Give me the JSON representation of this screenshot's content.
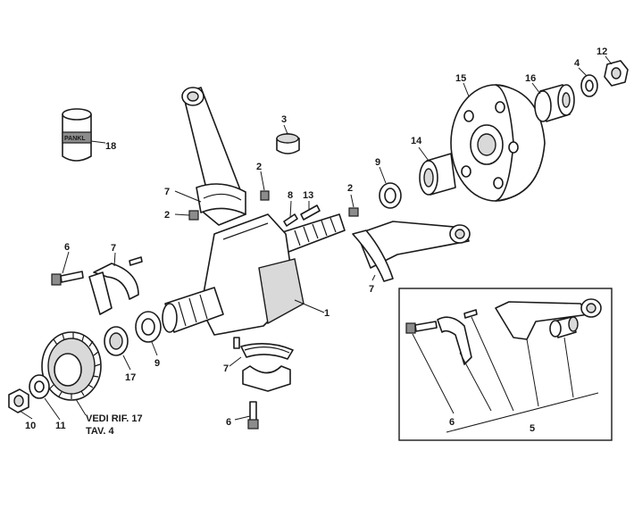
{
  "jar_label": "PANKL",
  "note": {
    "line1": "VEDI RIF. 17",
    "line2": "TAV. 4"
  },
  "callouts": [
    {
      "id": "c18",
      "text": "18"
    },
    {
      "id": "c3",
      "text": "3"
    },
    {
      "id": "c2a",
      "text": "2"
    },
    {
      "id": "c7a",
      "text": "7"
    },
    {
      "id": "c2b",
      "text": "2"
    },
    {
      "id": "c8",
      "text": "8"
    },
    {
      "id": "c13",
      "text": "13"
    },
    {
      "id": "c2c",
      "text": "2"
    },
    {
      "id": "c9a",
      "text": "9"
    },
    {
      "id": "c14",
      "text": "14"
    },
    {
      "id": "c15",
      "text": "15"
    },
    {
      "id": "c16",
      "text": "16"
    },
    {
      "id": "c4",
      "text": "4"
    },
    {
      "id": "c12",
      "text": "12"
    },
    {
      "id": "c6a",
      "text": "6"
    },
    {
      "id": "c7b",
      "text": "7"
    },
    {
      "id": "c7c",
      "text": "7"
    },
    {
      "id": "c1",
      "text": "1"
    },
    {
      "id": "c9b",
      "text": "9"
    },
    {
      "id": "c17",
      "text": "17"
    },
    {
      "id": "c7d",
      "text": "7"
    },
    {
      "id": "c6b",
      "text": "6"
    },
    {
      "id": "c10",
      "text": "10"
    },
    {
      "id": "c11",
      "text": "11"
    },
    {
      "id": "c6c",
      "text": "6"
    },
    {
      "id": "c5",
      "text": "5"
    }
  ]
}
